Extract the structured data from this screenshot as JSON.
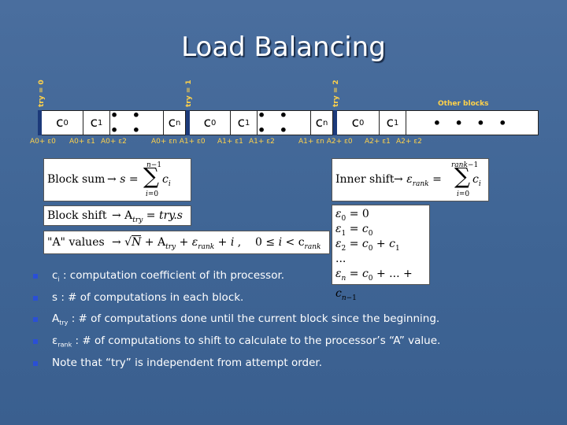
{
  "slide": {
    "title": "Load Balancing"
  },
  "tries": [
    "try = 0",
    "try = 1",
    "try = 2"
  ],
  "other_blocks": "Other blocks",
  "blocks": [
    {
      "c0": "c",
      "c0s": "0",
      "c1": "c",
      "c1s": "1",
      "dots": "• • • •",
      "cn": "c",
      "cns": "n"
    },
    {
      "c0": "c",
      "c0s": "0",
      "c1": "c",
      "c1s": "1",
      "dots": "• • • •",
      "cn": "c",
      "cns": "n"
    },
    {
      "c0": "c",
      "c0s": "0",
      "c1": "c",
      "c1s": "1",
      "dots": "• • • •"
    }
  ],
  "a_labels": [
    "A0+ ε0",
    "A0+ ε1",
    "A0+ ε2",
    "A0+ εn A1+ ε0",
    "A1+ ε1",
    "A1+ ε2",
    "A1+ εn A2+ ε0",
    "A2+ ε1",
    "A2+ ε2"
  ],
  "formulas": {
    "block_sum": "Block sum",
    "inner_shift": "Inner shift",
    "block_shift": "Block shift",
    "a_values": "\"A\" values"
  },
  "bullets": [
    {
      "sym": "c",
      "sub": "i",
      "text": " : computation coefficient of ith processor."
    },
    {
      "sym": "s",
      "sub": "",
      "text": " : # of computations in each block."
    },
    {
      "sym": "A",
      "sub": "try",
      "text": " : # of computations done until the current block since the beginning."
    },
    {
      "sym": "ε",
      "sub": "rank",
      "text": " : # of computations to shift to calculate to the processor’s “A” value."
    },
    {
      "sym": "",
      "sub": "",
      "text": "Note that “try” is independent from attempt order."
    }
  ]
}
